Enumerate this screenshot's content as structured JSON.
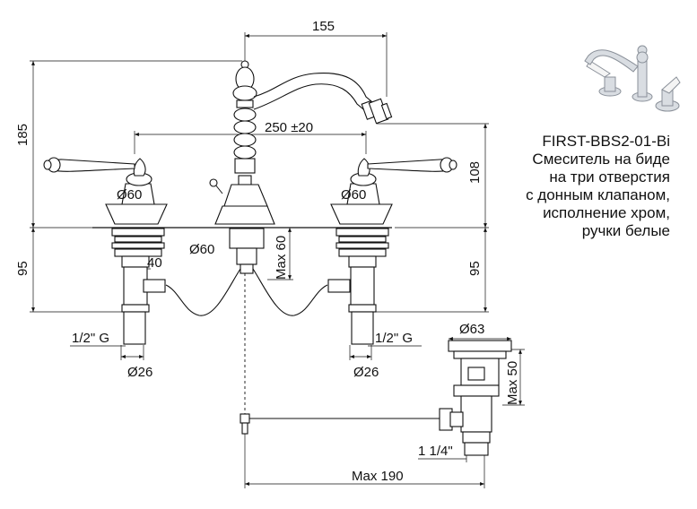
{
  "product": {
    "model": "FIRST-BBS2-01-Bi",
    "description_lines": [
      "Смеситель на биде",
      "на три отверстия",
      "с донным клапаном,",
      "исполнение хром,",
      "ручки белые"
    ]
  },
  "dimensions": {
    "top_width": "155",
    "left_height": "185",
    "spacing": "250 ±20",
    "right_height": "108",
    "left_handle_diameter": "Ø60",
    "right_handle_diameter": "Ø60",
    "center_diameter": "Ø60",
    "center_max": "Max 60",
    "left_below": "95",
    "right_below": "95",
    "offset": "40",
    "left_thread": "1/2\" G",
    "right_thread": "1/2\" G",
    "left_pipe_diameter": "Ø26",
    "right_pipe_diameter": "Ø26",
    "drain_diameter": "Ø63",
    "drain_max": "Max 50",
    "drain_thread": "1 1/4\"",
    "bottom_max": "Max 190"
  }
}
